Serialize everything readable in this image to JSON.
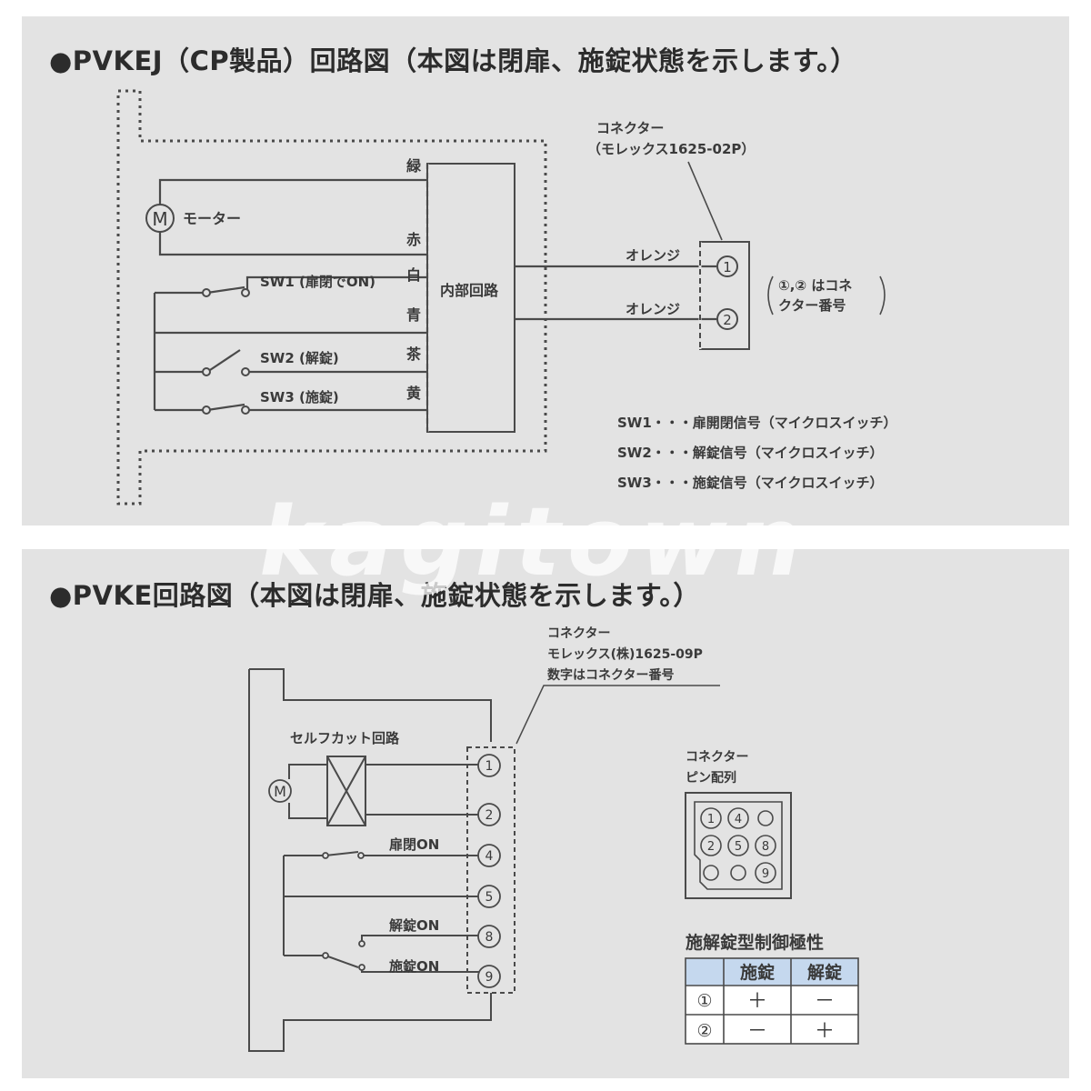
{
  "diagram1": {
    "title": "●PVKEJ（CP製品）回路図（本図は閉扉、施錠状態を示します。）",
    "motor_symbol": "M",
    "motor_label": "モーター",
    "wire_colors": [
      "緑",
      "赤",
      "白",
      "青",
      "茶",
      "黄"
    ],
    "internal_circuit": "内部回路",
    "switches": [
      "SW1 (扉閉でON)",
      "SW2 (解錠)",
      "SW3 (施錠)"
    ],
    "connector_label_1": "コネクター",
    "connector_label_2": "（モレックス1625-02P）",
    "orange_1": "オレンジ",
    "orange_2": "オレンジ",
    "pins": [
      "1",
      "2"
    ],
    "note_line1": "①,② はコネ",
    "note_line2": "クター番号",
    "legend": [
      "SW1・・・扉開閉信号（マイクロスイッチ）",
      "SW2・・・解錠信号（マイクロスイッチ）",
      "SW3・・・施錠信号（マイクロスイッチ）"
    ]
  },
  "diagram2": {
    "title": "●PVKE回路図（本図は閉扉、施錠状態を示します。）",
    "connector_label_1": "コネクター",
    "connector_label_2": "モレックス(株)1625-09P",
    "connector_label_3": "数字はコネクター番号",
    "self_cut": "セルフカット回路",
    "motor_symbol": "M",
    "switch_labels": [
      "扉閉ON",
      "解錠ON",
      "施錠ON"
    ],
    "pins": [
      "1",
      "2",
      "4",
      "5",
      "8",
      "9"
    ],
    "pin_layout_title_1": "コネクター",
    "pin_layout_title_2": "ピン配列",
    "pin_grid": [
      "1",
      "4",
      "",
      "2",
      "5",
      "8",
      "",
      "",
      "9"
    ],
    "polarity_title": "施解錠型制御極性",
    "polarity_headers": [
      "",
      "施錠",
      "解錠"
    ],
    "polarity_rows": [
      [
        "①",
        "＋",
        "－"
      ],
      [
        "②",
        "－",
        "＋"
      ]
    ]
  },
  "watermark": "kagitown",
  "colors": {
    "panel_bg": "#e3e3e3",
    "line": "#4a4a4a",
    "table_header": "#c5d8ee",
    "table_row": "#ffffff"
  }
}
